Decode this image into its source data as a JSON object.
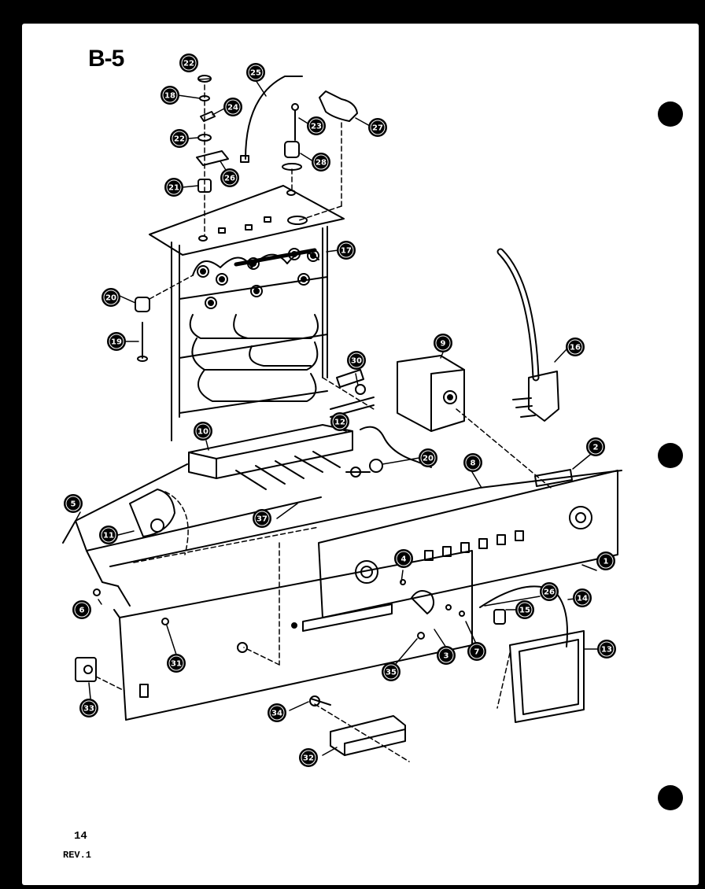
{
  "sheet": {
    "title": "B-5",
    "page_number": "14",
    "revision": "REV.1"
  },
  "colors": {
    "ink": "#000000",
    "paper": "#ffffff"
  },
  "callouts": [
    {
      "id": "c22a",
      "label": "22"
    },
    {
      "id": "c18",
      "label": "18"
    },
    {
      "id": "c24",
      "label": "24"
    },
    {
      "id": "c22b",
      "label": "22"
    },
    {
      "id": "c26a",
      "label": "26"
    },
    {
      "id": "c21",
      "label": "21"
    },
    {
      "id": "c25",
      "label": "25"
    },
    {
      "id": "c23",
      "label": "23"
    },
    {
      "id": "c28",
      "label": "28"
    },
    {
      "id": "c27",
      "label": "27"
    },
    {
      "id": "c17",
      "label": "17"
    },
    {
      "id": "c20a",
      "label": "20"
    },
    {
      "id": "c19",
      "label": "19"
    },
    {
      "id": "c30",
      "label": "30"
    },
    {
      "id": "c9",
      "label": "9"
    },
    {
      "id": "c16",
      "label": "16"
    },
    {
      "id": "c10",
      "label": "10"
    },
    {
      "id": "c12",
      "label": "12"
    },
    {
      "id": "c20b",
      "label": "20"
    },
    {
      "id": "c8",
      "label": "8"
    },
    {
      "id": "c2",
      "label": "2"
    },
    {
      "id": "c5",
      "label": "5"
    },
    {
      "id": "c37",
      "label": "37"
    },
    {
      "id": "c11",
      "label": "11"
    },
    {
      "id": "c4",
      "label": "4"
    },
    {
      "id": "c26b",
      "label": "26"
    },
    {
      "id": "c1",
      "label": "1"
    },
    {
      "id": "c14",
      "label": "14"
    },
    {
      "id": "c6",
      "label": "6"
    },
    {
      "id": "c15",
      "label": "15"
    },
    {
      "id": "c31",
      "label": "31"
    },
    {
      "id": "c3",
      "label": "3"
    },
    {
      "id": "c7",
      "label": "7"
    },
    {
      "id": "c13",
      "label": "13"
    },
    {
      "id": "c35",
      "label": "35"
    },
    {
      "id": "c33",
      "label": "33"
    },
    {
      "id": "c34",
      "label": "34"
    },
    {
      "id": "c32",
      "label": "32"
    }
  ]
}
